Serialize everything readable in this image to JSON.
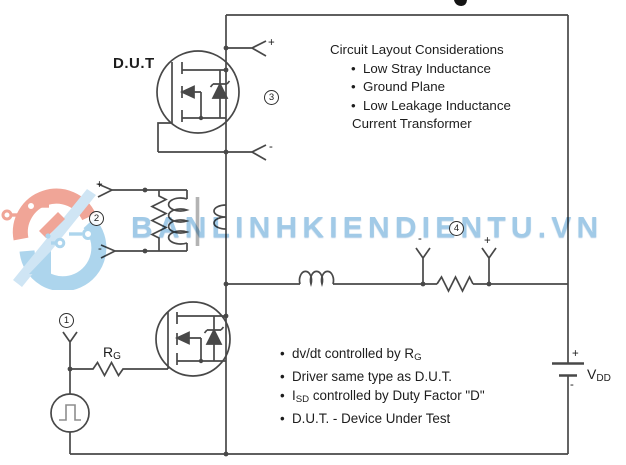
{
  "watermark": {
    "text": "BANLINHKIENDIENTU.VN"
  },
  "signs": {
    "plus": "+",
    "minus": "-"
  },
  "bullet": "•",
  "labels": {
    "dut": "D.U.T",
    "gate_resistor_main": "R",
    "gate_resistor_sub": "G",
    "supply_main": "V",
    "supply_sub": "DD"
  },
  "circled": {
    "n1": "1",
    "n2": "2",
    "n3": "3",
    "n4": "4"
  },
  "notes_top": {
    "heading": "Circuit Layout Considerations",
    "bullet1": "Low Stray Inductance",
    "bullet2": "Ground Plane",
    "bullet3": "Low Leakage Inductance",
    "bullet3_cont": "Current Transformer"
  },
  "notes_bottom": {
    "b1_pre": "dv/dt controlled by R",
    "b1_sub": "G",
    "b1_post": "",
    "b2": "Driver same type as D.U.T.",
    "b3_pre": "I",
    "b3_sub": "SD",
    "b3_post": " controlled by Duty Factor \"D\"",
    "b4": "D.U.T. - Device Under Test"
  },
  "colors": {
    "circuit_line": "#484848",
    "watermark_blue": "#9cc7e6",
    "logo_salmon": "#f0a091",
    "logo_blue": "#a9d3ec"
  }
}
